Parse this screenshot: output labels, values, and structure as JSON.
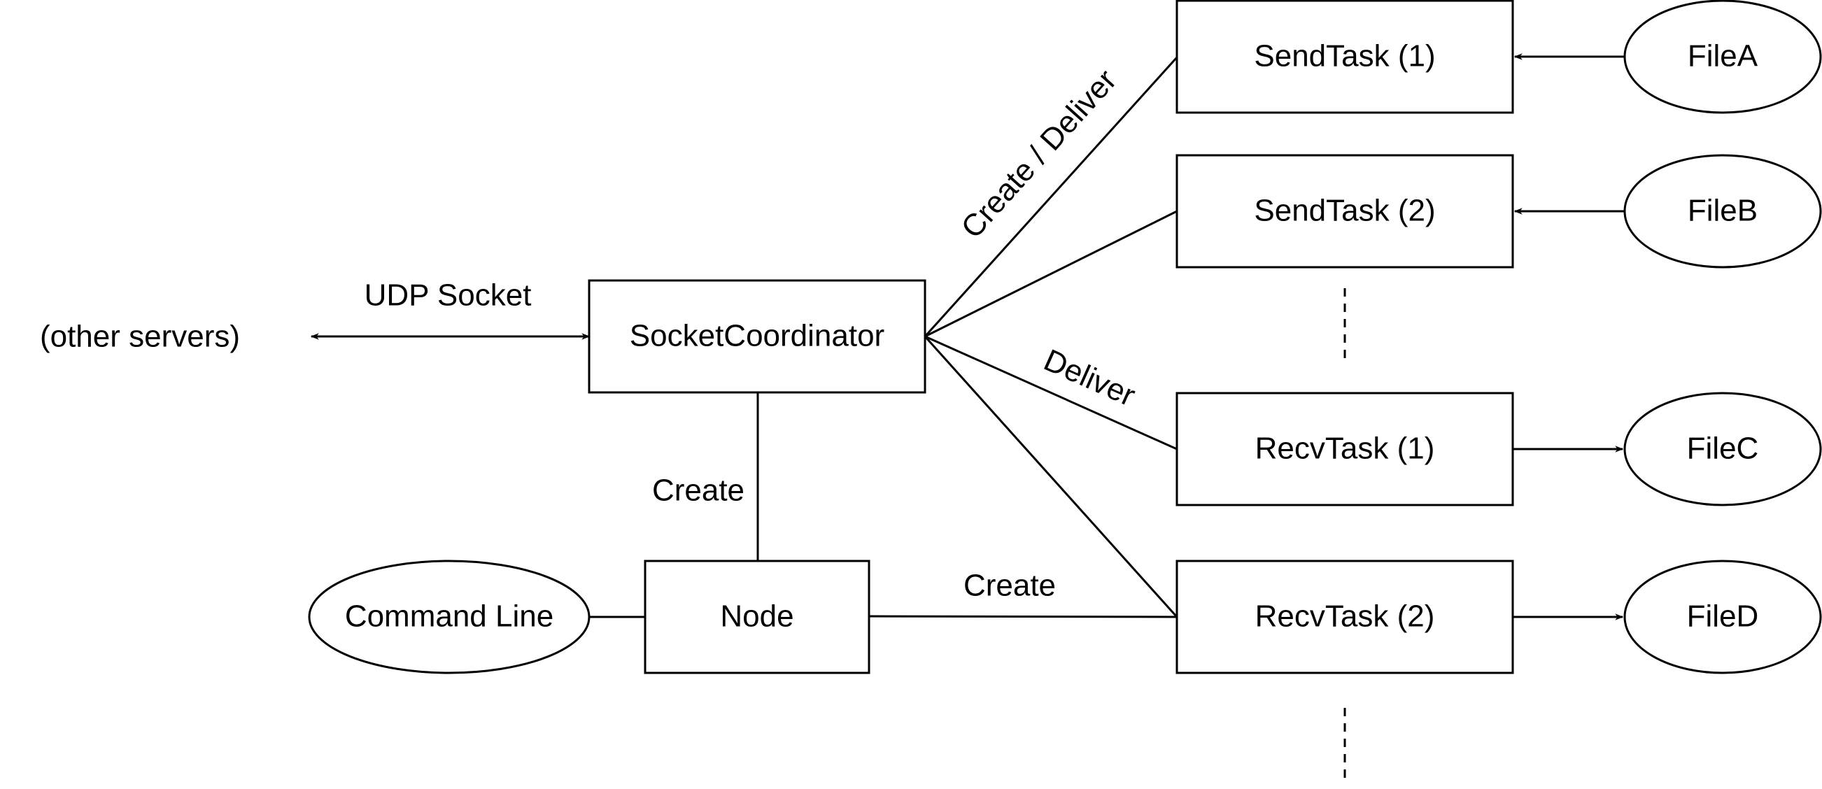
{
  "diagram": {
    "external_label": "(other servers)",
    "nodes": {
      "socket_coordinator": "SocketCoordinator",
      "node": "Node",
      "command_line": "Command Line",
      "send_task_1": "SendTask (1)",
      "send_task_2": "SendTask (2)",
      "recv_task_1": "RecvTask (1)",
      "recv_task_2": "RecvTask (2)",
      "file_a": "FileA",
      "file_b": "FileB",
      "file_c": "FileC",
      "file_d": "FileD"
    },
    "edge_labels": {
      "udp_socket": "UDP Socket",
      "create_deliver": "Create / Deliver",
      "deliver": "Deliver",
      "coordinator_create": "Create",
      "node_create": "Create"
    }
  }
}
